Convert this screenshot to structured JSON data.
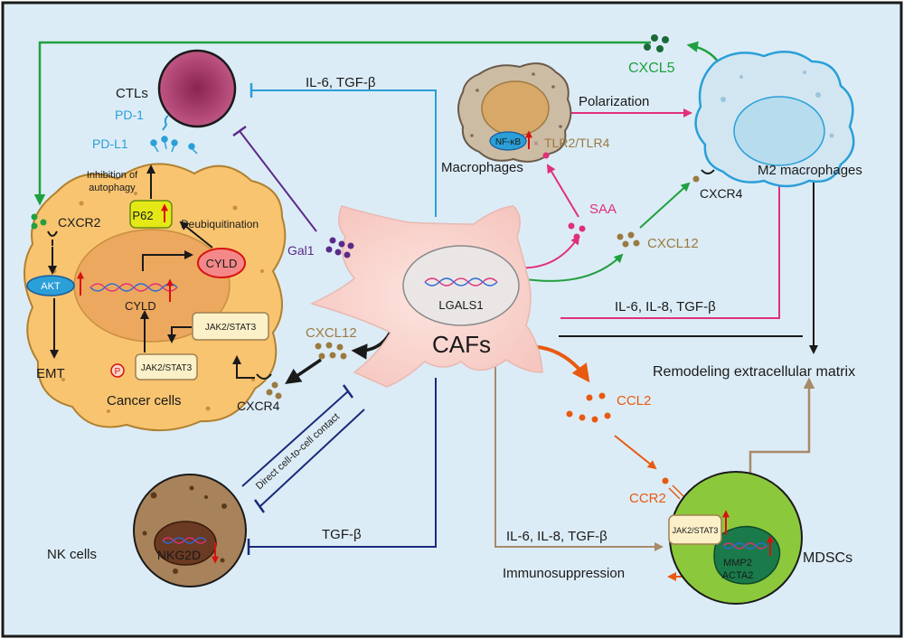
{
  "colors": {
    "background": "#dcecf6",
    "border": "#1a1a1a",
    "green": "#20a040",
    "cyan": "#2a9fd8",
    "magenta": "#e0307a",
    "purple": "#5a2a8a",
    "orange": "#e85a10",
    "brown": "#9a7a40",
    "navy": "#1a2a7a",
    "tan": "#a68a6a",
    "black": "#1a1a1a"
  },
  "labels": {
    "ctls": "CTLs",
    "pd1": "PD-1",
    "pdl1": "PD-L1",
    "inhibition_line1": "Inhibition of",
    "inhibition_line2": "autophagy",
    "p62": "P62",
    "deubiquitination": "Deubiquitination",
    "cxcr2": "CXCR2",
    "akt": "AKT",
    "cyld_oval": "CYLD",
    "cyld_gene": "CYLD",
    "jak_upper": "JAK2/STAT3",
    "jak_lower": "JAK2/STAT3",
    "phospho": "P",
    "emt": "EMT",
    "cancer_cells": "Cancer cells",
    "cxcr4_left": "CXCR4",
    "cxcl12_left": "CXCL12",
    "gal1": "Gal1",
    "il6_tgfb": "IL-6, TGF-β",
    "lgals1": "LGALS1",
    "cafs": "CAFs",
    "macrophages": "Macrophages",
    "nfkb": "NF-κB",
    "tlr": "TLR2/TLR4",
    "polarization": "Polarization",
    "saa": "SAA",
    "cxcl12_right": "CXCL12",
    "cxcl5": "CXCL5",
    "cxcr4_right": "CXCR4",
    "m2": "M2 macrophages",
    "il_upper": "IL-6, IL-8, TGF-β",
    "remodeling": "Remodeling extracellular matrix",
    "ccl2": "CCL2",
    "ccr2": "CCR2",
    "direct_contact": "Direct cell-to-cell contact",
    "tgfb": "TGF-β",
    "nk_cells": "NK cells",
    "nkg2d": "NKG2D",
    "il_lower": "IL-6, IL-8, TGF-β",
    "immunosuppression": "Immunosuppression",
    "jak_mdsc": "JAK2/STAT3",
    "mmp2": "MMP2",
    "acta2": "ACTA2",
    "mdscs": "MDSCs"
  }
}
